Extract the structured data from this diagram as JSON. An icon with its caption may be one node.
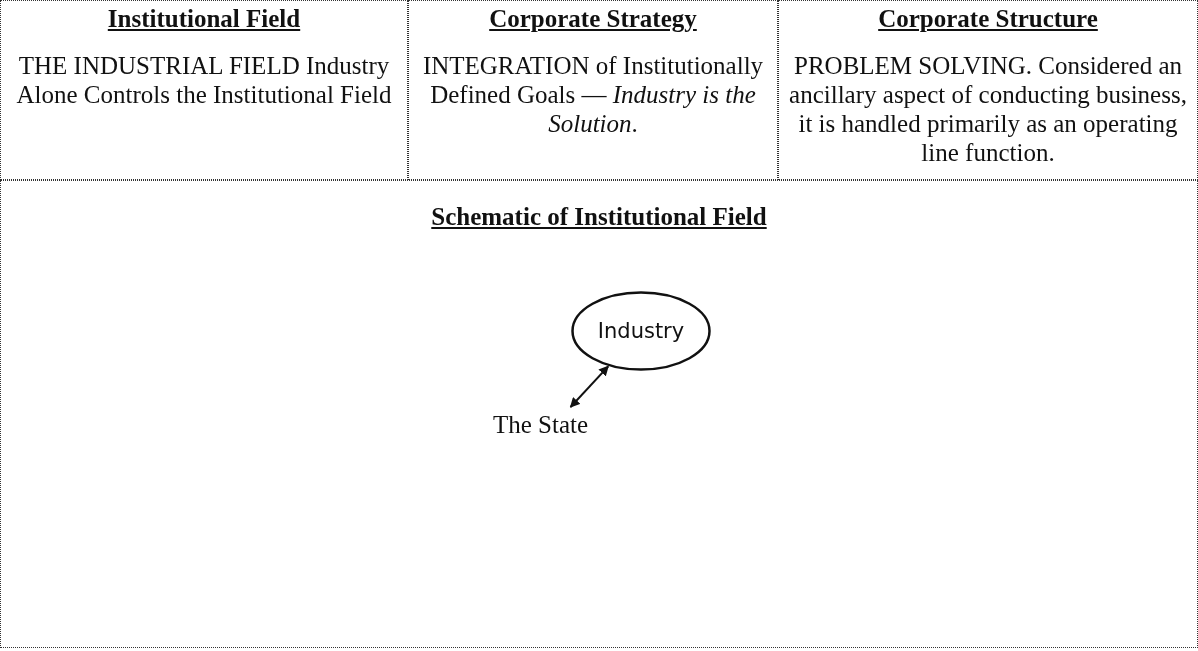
{
  "diagram": {
    "nodes": [
      {
        "text": [
          "Institutional Field",
          "THE INDUSTRIAL FIELD Industry Alone Controls the Institutional Field"
        ]
      },
      {
        "text": [
          "Corporate Strategy",
          "INTEGRATION of Institutionally Defined Goals — *Industry is the Solution*."
        ]
      },
      {
        "text": [
          "Corporate Structure",
          "PROBLEM SOLVING. Considered an ancillary aspect of conducting business, it is handled primarily as an operating line function."
        ]
      },
      {
        "text": [
          "Schematic of Institutional Field"
        ]
      },
      {
        "text": [
          "Industry"
        ],
        "in": 3
      },
      {
        "text": [
          "The State"
        ],
        "in": 3
      }
    ],
    "edges": [
      {
        "from": 5,
        "to": 4,
        "arrow": "both"
      }
    ]
  }
}
